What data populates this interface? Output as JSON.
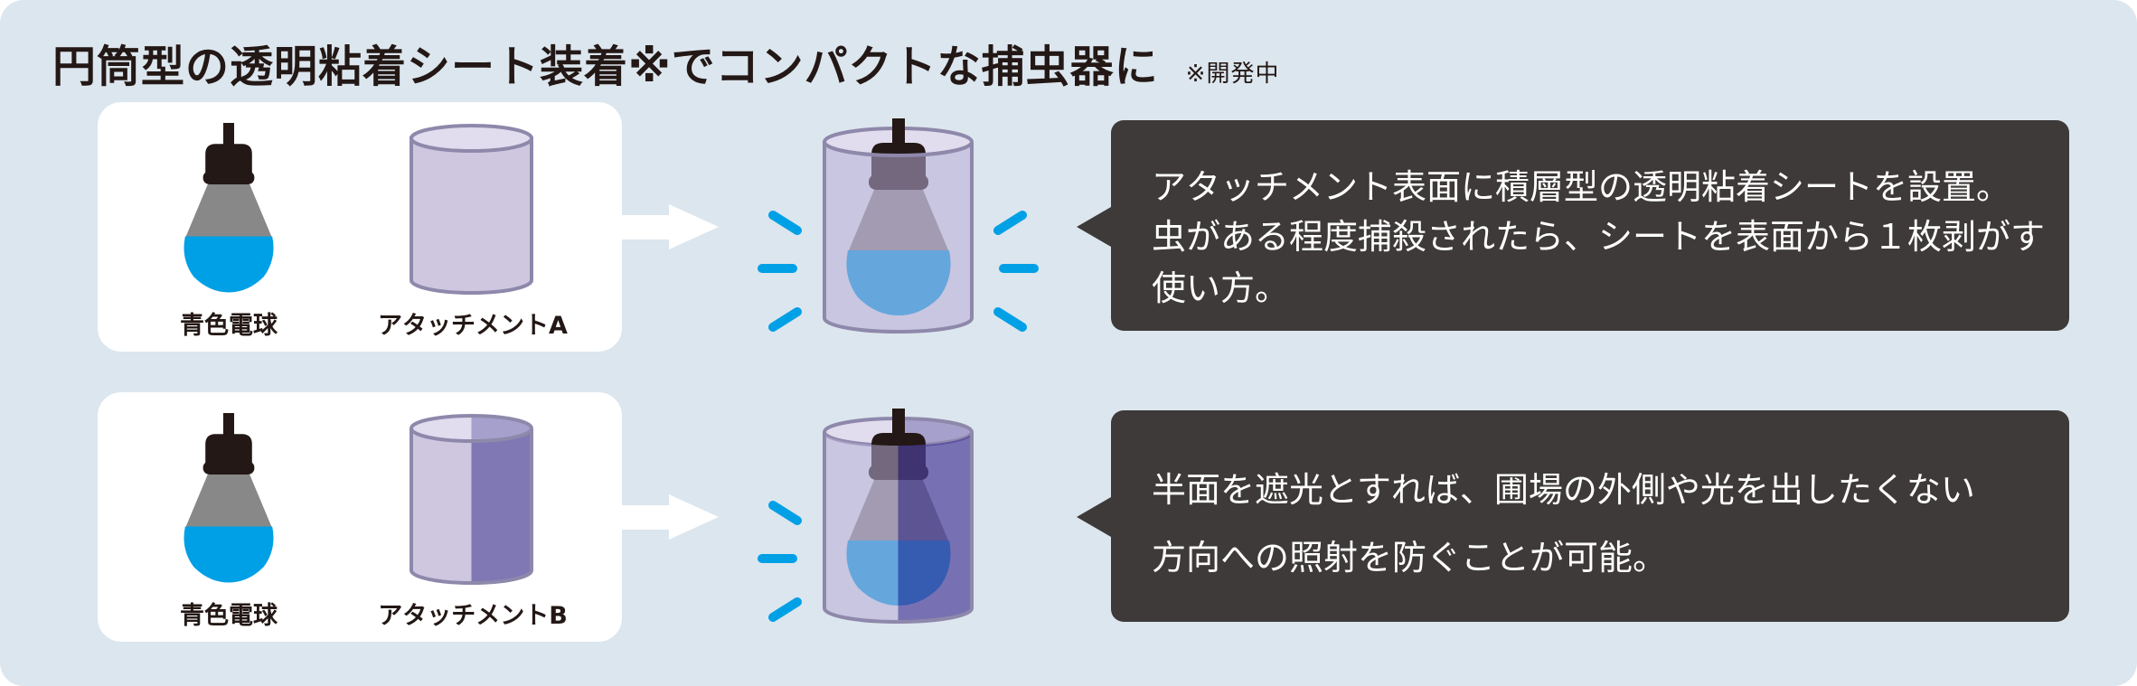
{
  "title": "円筒型の透明粘着シート装着※でコンパクトな捕虫器に",
  "title_note": "※開発中",
  "rows": [
    {
      "bulb_label": "青色電球",
      "attachment_label": "アタッチメントA",
      "description": [
        "アタッチメント表面に積層型の透明粘着シートを設置。",
        "虫がある程度捕殺されたら、シートを表面から１枚剥がす",
        "使い方。"
      ]
    },
    {
      "bulb_label": "青色電球",
      "attachment_label": "アタッチメントB",
      "description": [
        "半面を遮光とすれば、圃場の外側や光を出したくない",
        "方向への照射を防ぐことが可能。"
      ]
    }
  ],
  "colors": {
    "background": "#dce6ee",
    "bulb_blue": "#00a0e6",
    "cylinder": "#cfc6e0",
    "cylinder_shade": "#7f78b4",
    "bubble": "#3e3a39"
  }
}
